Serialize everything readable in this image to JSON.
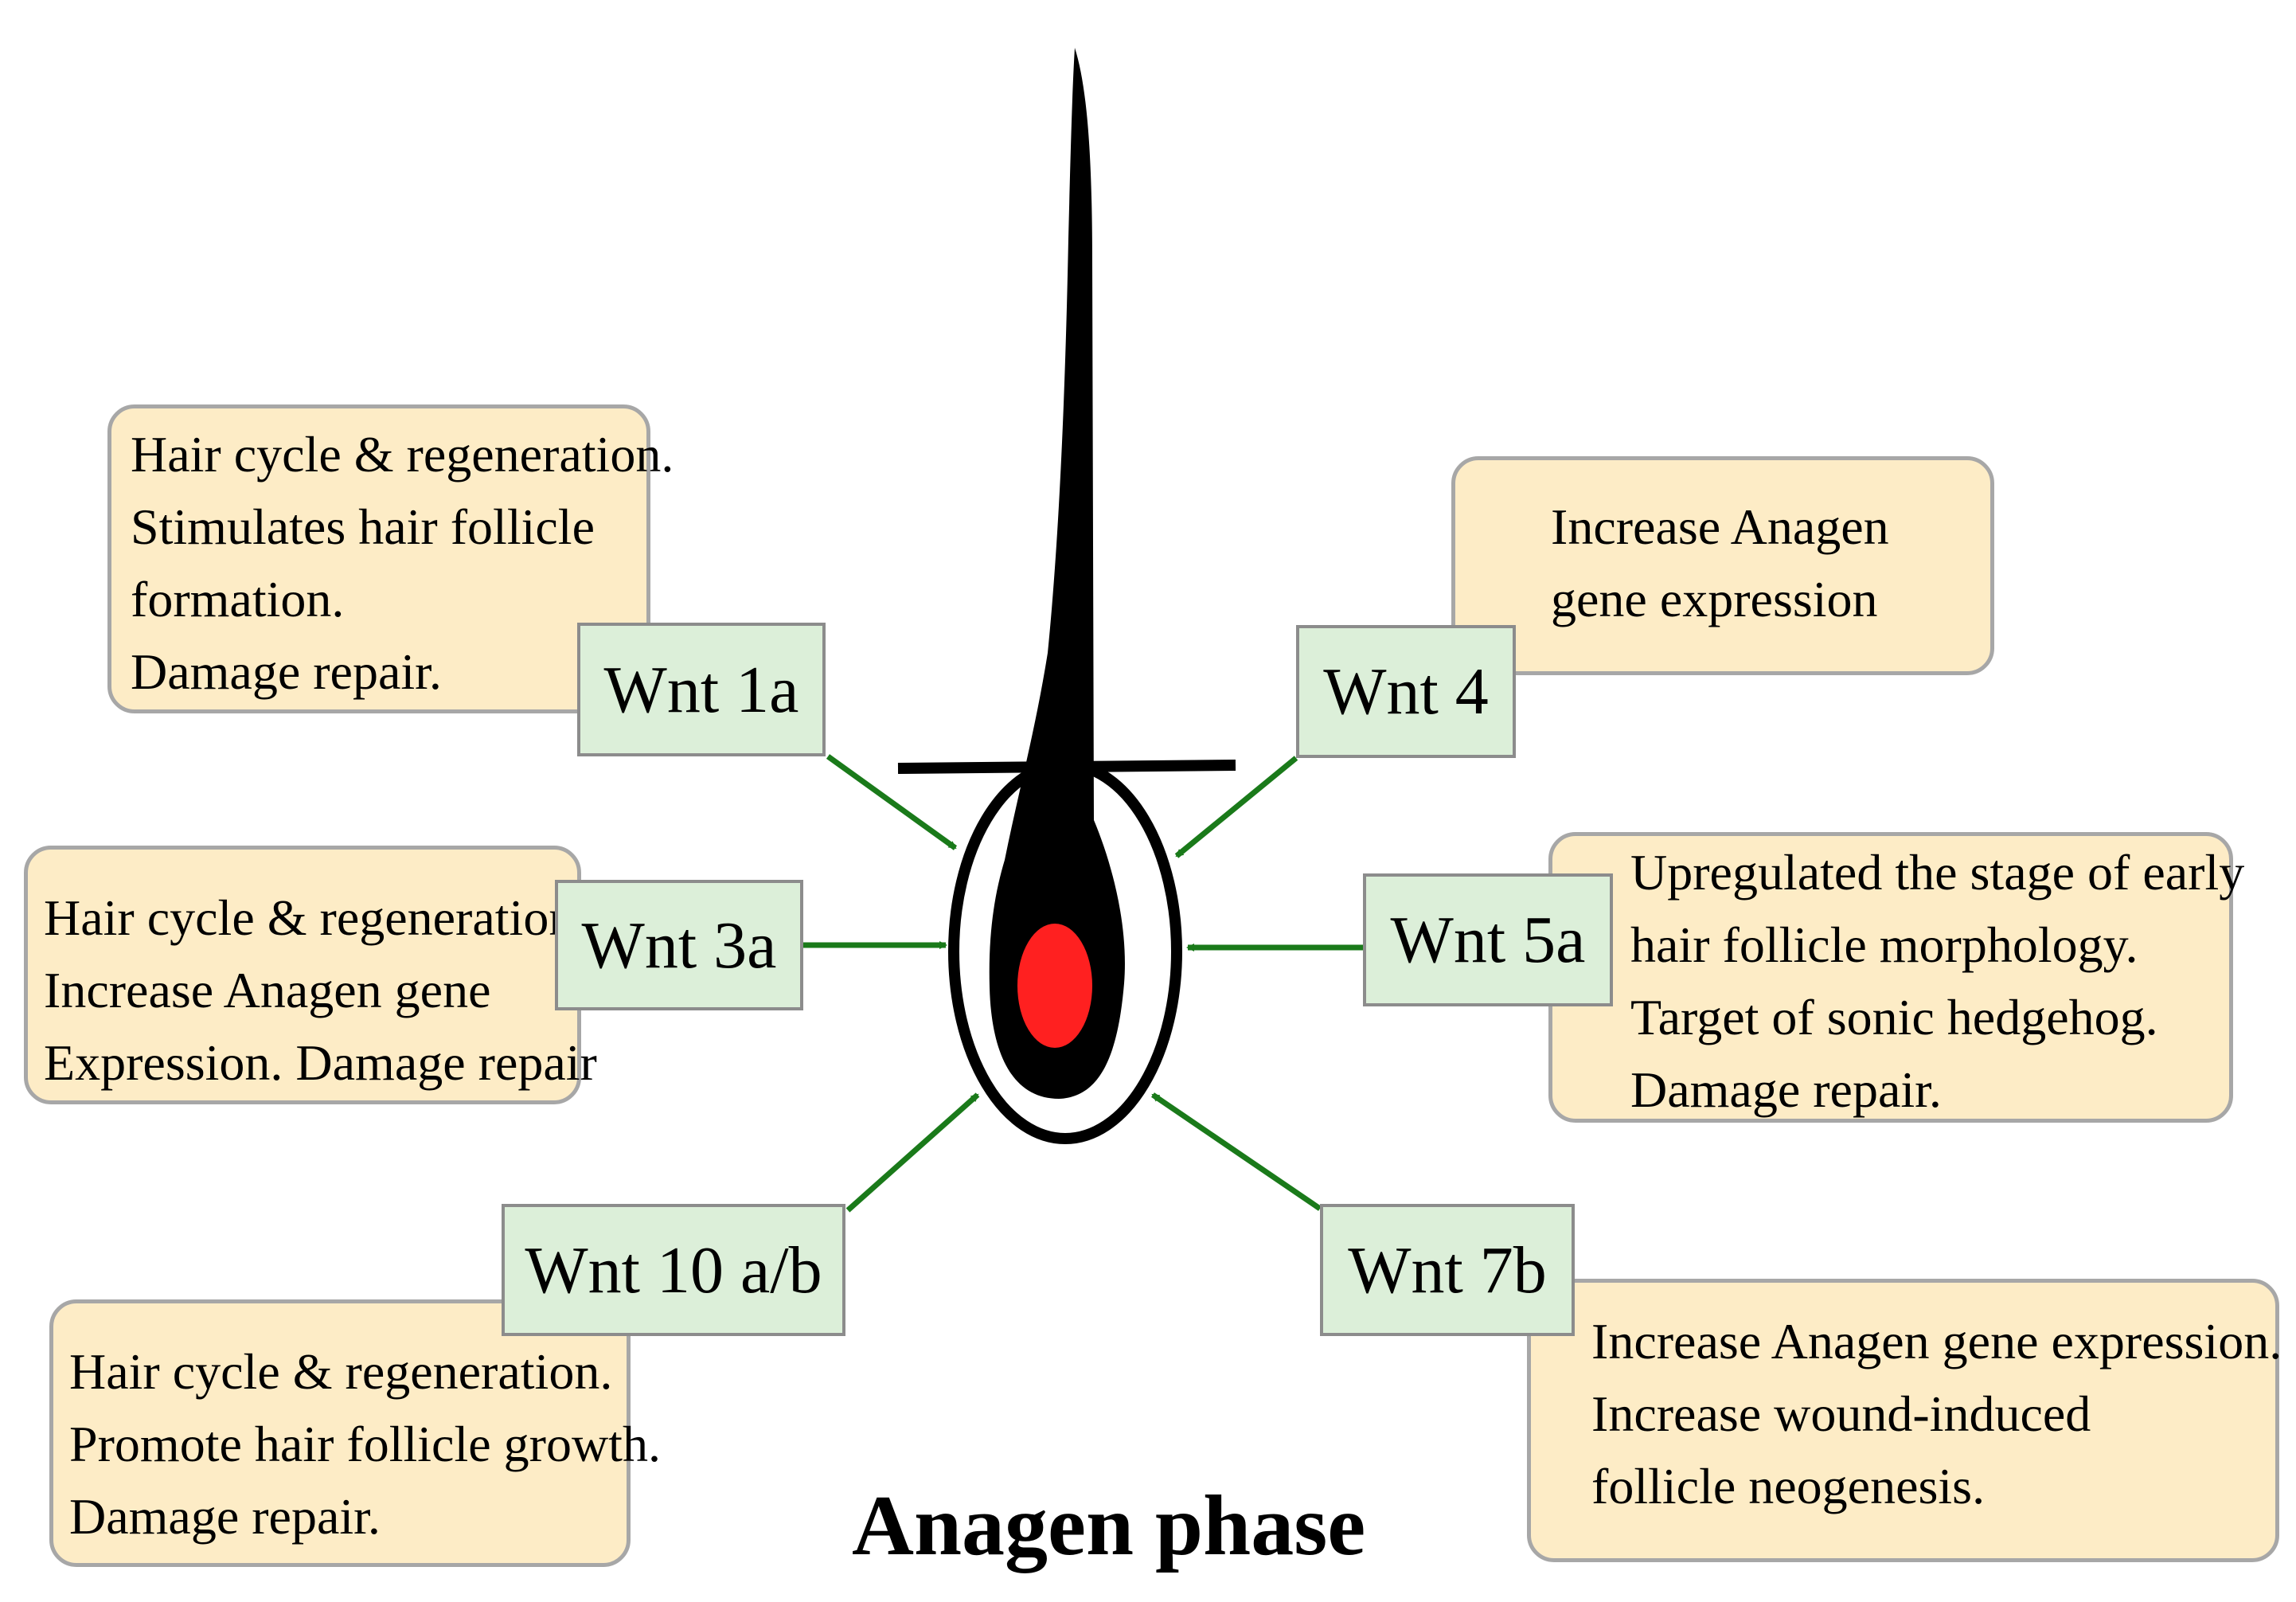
{
  "title": "Anagen phase",
  "colors": {
    "box_fill": "#fdecc6",
    "label_fill": "#dcefd9",
    "arrow": "#1a7a1a",
    "papilla": "#ff2020",
    "hair": "#000000"
  },
  "nodes": {
    "wnt1a": {
      "label": "Wnt 1a",
      "lines": [
        "Hair cycle & regeneration.",
        "Stimulates hair follicle",
        "formation.",
        "Damage repair."
      ]
    },
    "wnt3a": {
      "label": "Wnt 3a",
      "lines": [
        "Hair cycle & regeneration.",
        "Increase Anagen gene",
        "Expression. Damage repair"
      ]
    },
    "wnt10ab": {
      "label": "Wnt 10 a/b",
      "lines": [
        "Hair cycle & regeneration.",
        "Promote hair follicle growth.",
        "Damage repair."
      ]
    },
    "wnt4": {
      "label": "Wnt 4",
      "lines": [
        "Increase Anagen",
        "gene expression"
      ]
    },
    "wnt5a": {
      "label": "Wnt 5a",
      "lines": [
        "Upregulated the stage of early",
        "hair follicle morphology.",
        "Target of sonic hedgehog.",
        "Damage repair."
      ]
    },
    "wnt7b": {
      "label": "Wnt 7b",
      "lines": [
        "Increase Anagen gene expression.",
        "Increase wound-induced",
        "follicle neogenesis."
      ]
    }
  }
}
